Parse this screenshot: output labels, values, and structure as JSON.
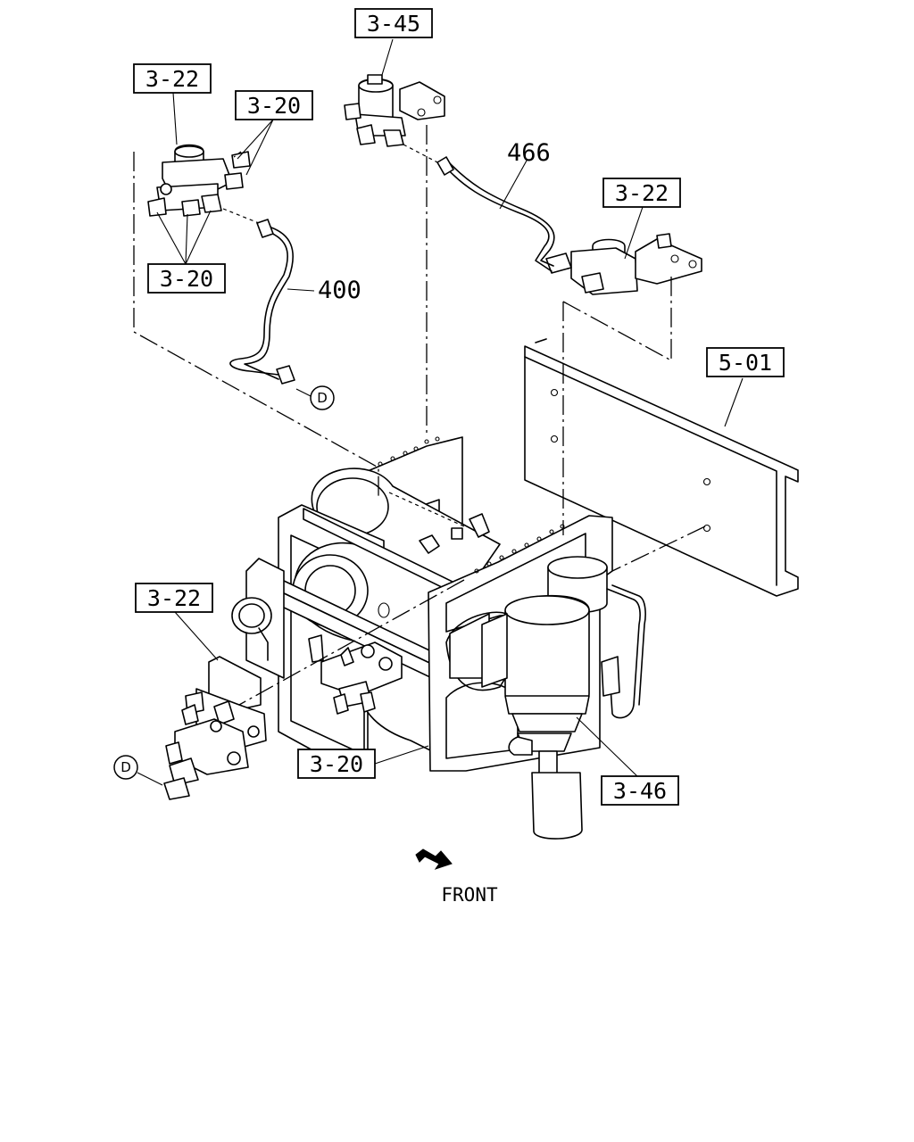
{
  "diagram": {
    "refs": {
      "solenoid_valve_top": "3-45",
      "valve_upper_left": "3-22",
      "fitting_upper_right": "3-20",
      "fitting_upper_lower": "3-20",
      "valve_right": "3-22",
      "frame_member": "5-01",
      "valve_lower_left": "3-22",
      "fitting_center": "3-20",
      "booster": "3-46"
    },
    "parts": {
      "pipe_466": "466",
      "pipe_400": "400"
    },
    "connectors": {
      "d_upper": "D",
      "d_lower": "D"
    },
    "front_label": "FRONT"
  }
}
